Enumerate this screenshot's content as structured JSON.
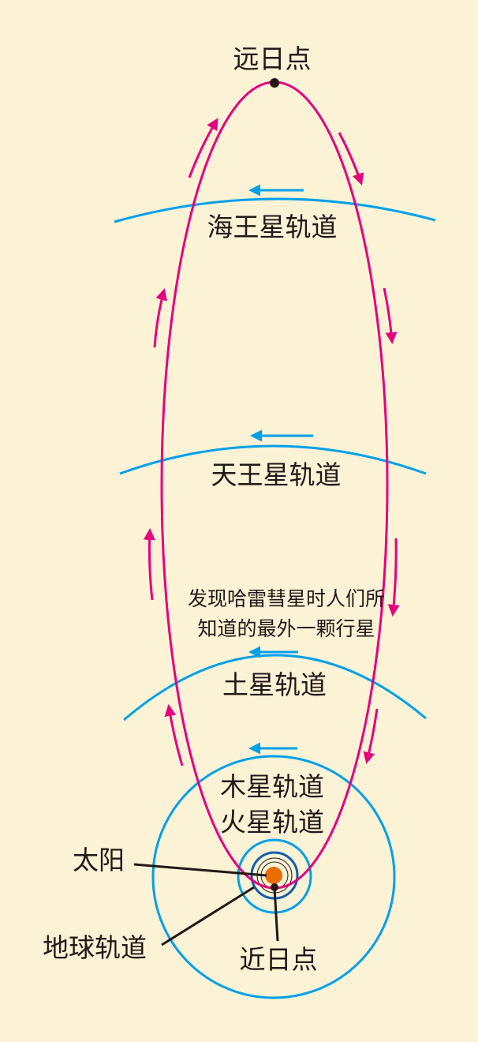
{
  "labels": {
    "aphelion": "远日点",
    "neptune_orbit": "海王星轨道",
    "uranus_orbit": "天王星轨道",
    "note_line1": "发现哈雷彗星时人们所",
    "note_line2": "知道的最外一颗行星",
    "saturn_orbit": "土星轨道",
    "jupiter_orbit": "木星轨道",
    "mars_orbit": "火星轨道",
    "sun": "太阳",
    "earth_orbit": "地球轨道",
    "perihelion": "近日点"
  },
  "colors": {
    "background": "#fcf2d6",
    "comet_orbit": "#e4007f",
    "planet_orbit": "#00a0e9",
    "earth_orbit": "#0a5fae",
    "sun": "#eb6d00",
    "text": "#231815"
  }
}
